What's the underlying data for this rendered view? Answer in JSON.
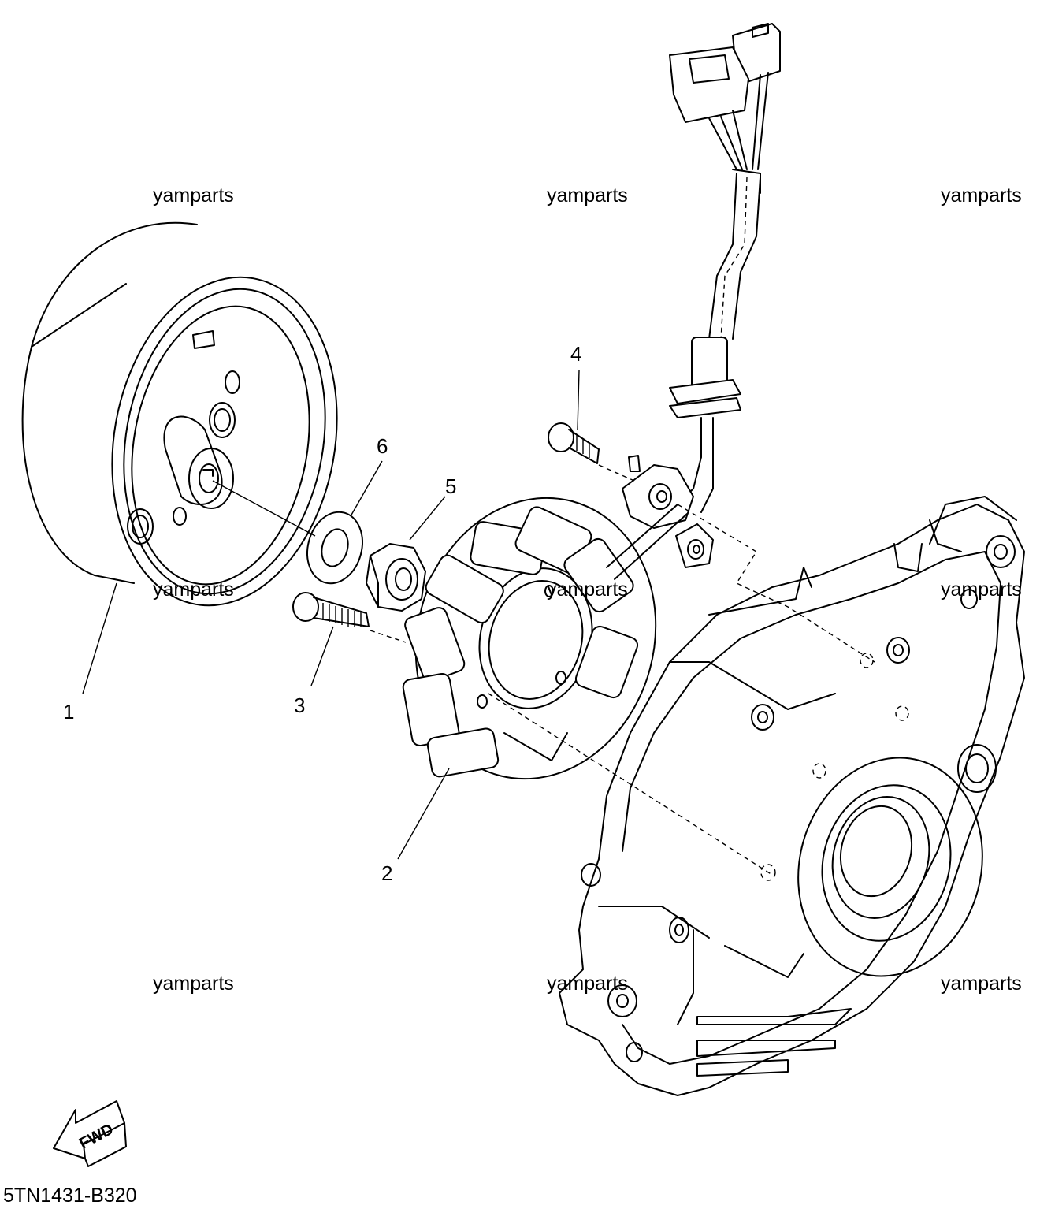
{
  "watermarks": [
    "yamparts",
    "yamparts",
    "yamparts",
    "yamparts",
    "yamparts",
    "yamparts",
    "yamparts",
    "yamparts",
    "yamparts"
  ],
  "callouts": [
    "1",
    "2",
    "3",
    "4",
    "5",
    "6"
  ],
  "direction_label": "FWD",
  "diagram_code": "5TN1431-B320",
  "icons": {
    "rotor": "flywheel-rotor-icon",
    "stator": "stator-coil-icon",
    "bolt": "bolt-icon",
    "nut": "nut-icon",
    "washer": "washer-icon",
    "cover": "crankcase-cover-icon",
    "connector": "wire-connector-icon",
    "arrow": "forward-arrow-icon"
  }
}
